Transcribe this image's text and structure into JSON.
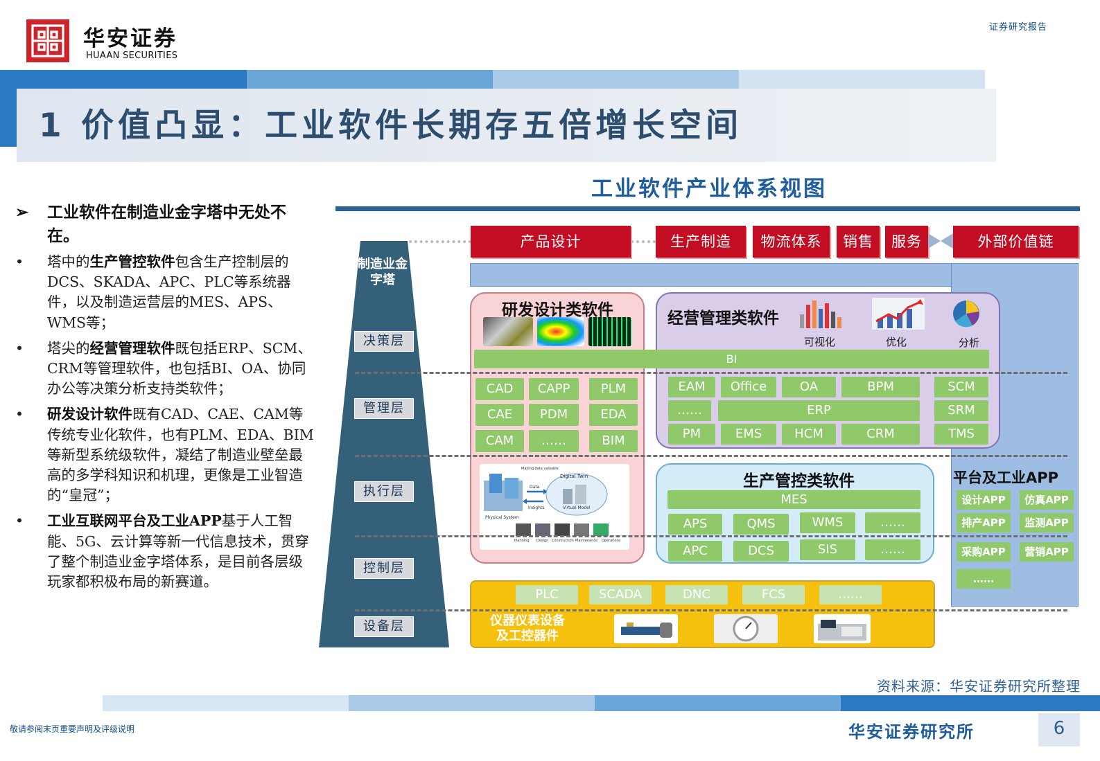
{
  "header": {
    "brand_cn": "华安证券",
    "brand_en": "HUAAN SECURITIES",
    "doc_type": "证券研究报告"
  },
  "title": "1 价值凸显：工业软件长期存五倍增长空间",
  "left": {
    "lead": "工业软件在制造业金字塔中无处不在。",
    "bullets": [
      {
        "pre": "塔中的",
        "bold": "生产管控软件",
        "post": "包含生产控制层的DCS、SKADA、APC、PLC等系统器件，以及制造运营层的MES、APS、WMS等；"
      },
      {
        "pre": "塔尖的",
        "bold": "经营管理软件",
        "post": "既包括ERP、SCM、CRM等管理软件，也包括BI、OA、协同办公等决策分析支持类软件；"
      },
      {
        "pre": "",
        "bold": "研发设计软件",
        "post": "既有CAD、CAE、CAM等传统专业化软件，也有PLM、EDA、BIM等新型系统级软件，凝结了制造业壁垒最高的多学科知识和机理，更像是工业智造的“皇冠”；"
      },
      {
        "pre": "",
        "bold": "工业互联网平台及工业APP",
        "post": "基于人工智能、5G、云计算等新一代信息技术，贯穿了整个制造业金字塔体系，是目前各层级玩家都积极布局的新赛道。"
      }
    ]
  },
  "diagram": {
    "title": "工业软件产业体系视图",
    "pyramid": {
      "top": "制造业金字塔",
      "layers": [
        "决策层",
        "管理层",
        "执行层",
        "控制层",
        "设备层"
      ]
    },
    "chain": [
      "产品设计",
      "生产制造",
      "物流体系",
      "销售",
      "服务",
      "外部价值链"
    ],
    "rd": {
      "title": "研发设计类软件",
      "items": [
        "CAD",
        "CAPP",
        "PLM",
        "CAE",
        "PDM",
        "EDA",
        "CAM",
        "……",
        "BIM"
      ],
      "figure_labels": [
        "Digital Twin",
        "Virtual Model",
        "Physical System",
        "Data",
        "Insights",
        "Making data valuable",
        "Planning",
        "Design",
        "Construction",
        "Maintenance",
        "Operations"
      ]
    },
    "biz": {
      "title": "经营管理类软件",
      "captions": [
        "可视化",
        "优化",
        "分析"
      ],
      "bi": "BI",
      "row1": [
        "EAM",
        "Office",
        "OA",
        "BPM",
        "SCM"
      ],
      "row2": [
        "……",
        "ERP",
        "SRM"
      ],
      "row3": [
        "PM",
        "EMS",
        "HCM",
        "CRM",
        "TMS"
      ]
    },
    "prod": {
      "title": "生产管控类软件",
      "mes": "MES",
      "row1": [
        "APS",
        "QMS",
        "WMS",
        "……"
      ],
      "row2": [
        "APC",
        "DCS",
        "SIS",
        "……"
      ]
    },
    "platform": {
      "title": "平台及工业APP",
      "apps": [
        "设计APP",
        "仿真APP",
        "排产APP",
        "监测APP",
        "采购APP",
        "营销APP",
        "……"
      ]
    },
    "equip": {
      "row": [
        "PLC",
        "SCADA",
        "DNC",
        "FCS",
        "……"
      ],
      "label_line1": "仪器仪表设备",
      "label_line2": "及工控器件"
    },
    "source": "资料来源：华安证券研究所整理"
  },
  "footer": {
    "disclaimer": "敬请参阅末页重要声明及评级说明",
    "org": "华安证券研究所",
    "page": "6"
  },
  "colors": {
    "brand_red": "#c8252c",
    "chain_red": "#c30d23",
    "navy": "#2e5f95",
    "pyramid": "#34607a",
    "green": "#8fc96a"
  }
}
